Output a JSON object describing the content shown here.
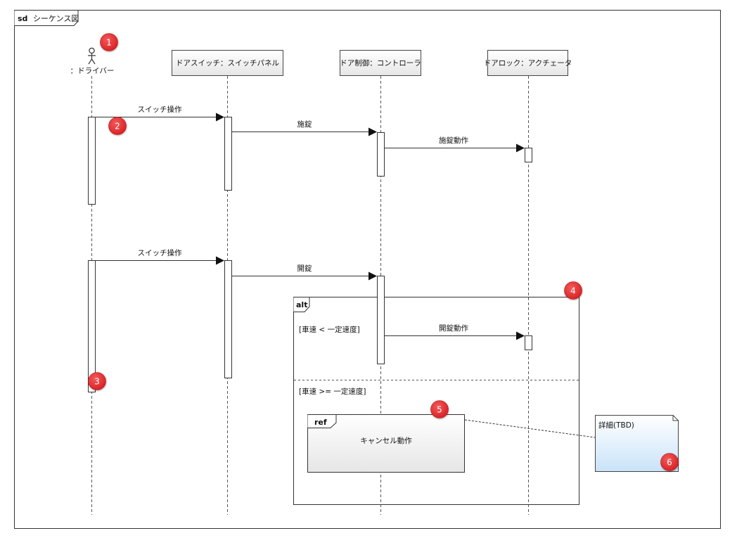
{
  "frame": {
    "kind": "sd",
    "title": "シーケンス図"
  },
  "actor": {
    "label": "：ドライバー"
  },
  "lifelines": [
    {
      "label": "ドアスイッチ：スイッチパネル"
    },
    {
      "label": "ドア制御：コントローラ"
    },
    {
      "label": "ドアロック：アクチェータ"
    }
  ],
  "messages": [
    {
      "label": "スイッチ操作"
    },
    {
      "label": "施錠"
    },
    {
      "label": "施錠動作"
    },
    {
      "label": "スイッチ操作"
    },
    {
      "label": "開錠"
    },
    {
      "label": "開錠動作"
    }
  ],
  "alt": {
    "operator": "alt",
    "guard1": "[車速 < 一定速度]",
    "guard2": "[車速 >= 一定速度]"
  },
  "ref": {
    "operator": "ref",
    "label": "キャンセル動作"
  },
  "note": {
    "text": "詳細(TBD)"
  },
  "markers": [
    "1",
    "2",
    "3",
    "4",
    "5",
    "6"
  ],
  "colors": {
    "marker_fill": "#e8262b",
    "note_gradient_top": "#ffffff",
    "note_gradient_bottom": "#cfe6f8",
    "head_gradient_top": "#ffffff",
    "head_gradient_bottom": "#e8e8e8"
  }
}
